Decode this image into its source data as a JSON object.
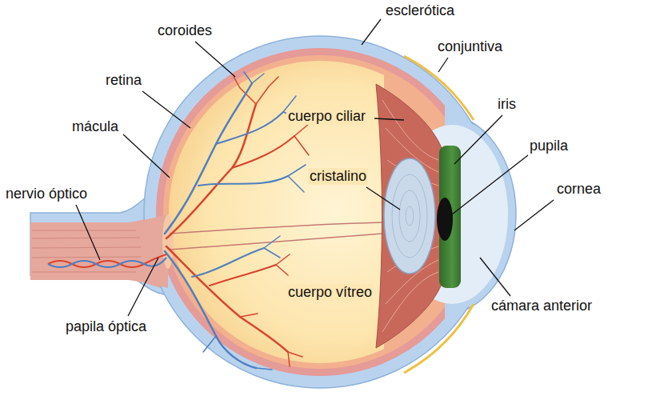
{
  "diagram": {
    "labels": [
      "esclerótica",
      "coroides",
      "conjuntiva",
      "retina",
      "iris",
      "cuerpo ciliar",
      "mácula",
      "pupila",
      "cristalino",
      "cornea",
      "nervio óptico",
      "cuerpo vítreo",
      "cámara anterior",
      "papila óptica"
    ]
  }
}
